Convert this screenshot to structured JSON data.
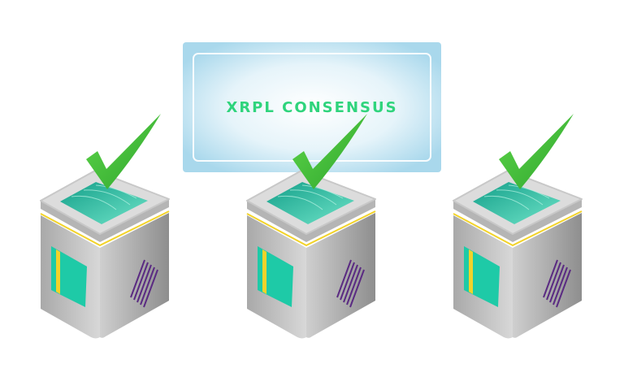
{
  "banner": {
    "title": "XRPL CONSENSUS"
  },
  "colors": {
    "banner_fill": "#a9d8ec",
    "banner_text": "#2fd47c",
    "check": "#3cc03a",
    "screen": "#23c9a9",
    "body": "#c4c4c4",
    "accent_line": "#f2d32a",
    "stripes": "#5a2a82"
  },
  "servers": [
    {
      "icon": "checkmark-icon",
      "status": "validated"
    },
    {
      "icon": "checkmark-icon",
      "status": "validated"
    },
    {
      "icon": "checkmark-icon",
      "status": "validated"
    }
  ]
}
